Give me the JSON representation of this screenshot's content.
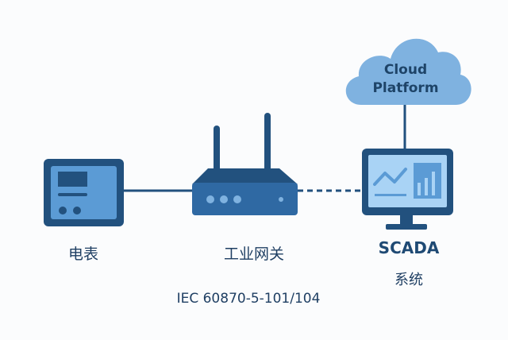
{
  "diagram": {
    "nodes": {
      "meter": {
        "label": "电表",
        "icon": "electric-meter-icon"
      },
      "gateway": {
        "label": "工业网关",
        "icon": "router-gateway-icon"
      },
      "scada": {
        "label_line1": "SCADA",
        "label_line2": "系统",
        "icon": "monitor-dashboard-icon"
      },
      "cloud": {
        "label_line1": "Cloud",
        "label_line2": "Platform",
        "icon": "cloud-icon"
      }
    },
    "edges": [
      {
        "from": "meter",
        "to": "gateway",
        "style": "solid"
      },
      {
        "from": "gateway",
        "to": "scada",
        "style": "dashed"
      },
      {
        "from": "scada",
        "to": "cloud",
        "style": "solid"
      }
    ],
    "protocol_label": "IEC 60870-5-101/104",
    "colors": {
      "dark_blue": "#22517e",
      "mid_blue": "#2f69a3",
      "light_blue": "#5b9bd5",
      "cloud_blue": "#7fb2e0",
      "screen_blue": "#a9d3f5",
      "text": "#1f3f63"
    }
  }
}
